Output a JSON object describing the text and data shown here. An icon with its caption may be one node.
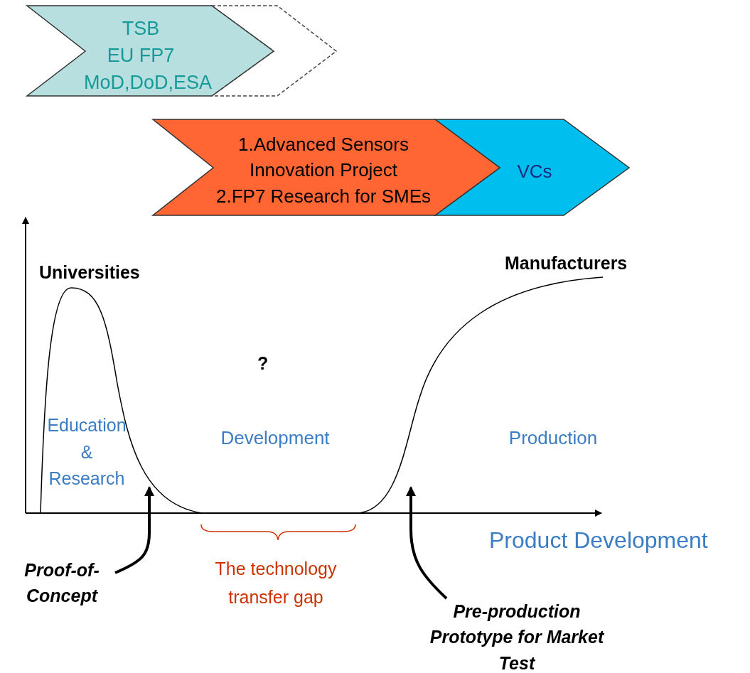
{
  "diagram": {
    "nodes": [
      {
        "text": [
          "TSB",
          "EU FP7",
          "MoD,DoD,ESA"
        ]
      },
      {
        "text": [],
        "shape": "chevron"
      },
      {
        "text": [
          "1.Advanced Sensors Innovation Project",
          "2.FP7 Research for SMEs"
        ]
      },
      {
        "text": [
          "VCs"
        ]
      },
      {
        "text": [
          "Proof-of-Concept"
        ]
      },
      {
        "text": [
          "Pre-production Prototype for Market Test"
        ]
      }
    ],
    "edges": [
      {
        "from": 4,
        "to": null,
        "arrow": "to"
      },
      {
        "from": 5,
        "to": null,
        "arrow": "to"
      }
    ],
    "labels": [
      "Universities",
      "Manufacturers",
      "?",
      "Education & Research",
      "Development",
      "Production",
      "Product Development",
      "The technology transfer gap"
    ]
  }
}
